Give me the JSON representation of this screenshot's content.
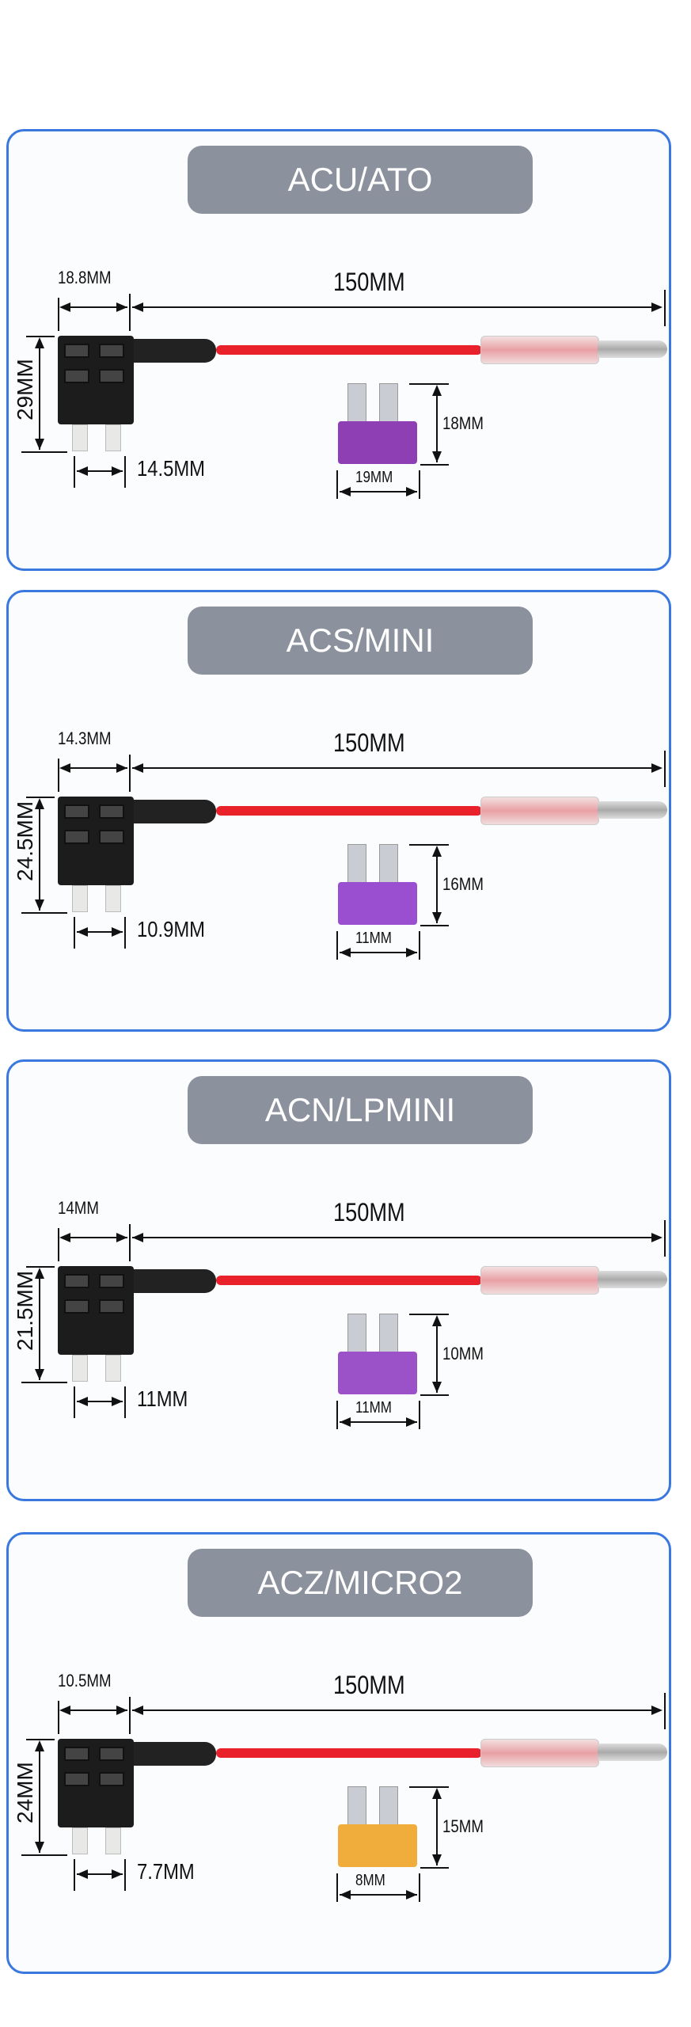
{
  "panels": [
    {
      "title": "ACU/ATO",
      "body_width": "18.8MM",
      "cable_length": "150MM",
      "height": "29MM",
      "prong_width": "14.5MM",
      "fuse_height": "18MM",
      "fuse_width": "19MM",
      "fuse_color": "#8e3fb4"
    },
    {
      "title": "ACS/MINI",
      "body_width": "14.3MM",
      "cable_length": "150MM",
      "height": "24.5MM",
      "prong_width": "10.9MM",
      "fuse_height": "16MM",
      "fuse_width": "11MM",
      "fuse_color": "#9a4fd0"
    },
    {
      "title": "ACN/LPMINI",
      "body_width": "14MM",
      "cable_length": "150MM",
      "height": "21.5MM",
      "prong_width": "11MM",
      "fuse_height": "10MM",
      "fuse_width": "11MM",
      "fuse_color": "#9b52c8"
    },
    {
      "title": "ACZ/MICRO2",
      "body_width": "10.5MM",
      "cable_length": "150MM",
      "height": "24MM",
      "prong_width": "7.7MM",
      "fuse_height": "15MM",
      "fuse_width": "8MM",
      "fuse_color": "#f0ad3c"
    }
  ]
}
